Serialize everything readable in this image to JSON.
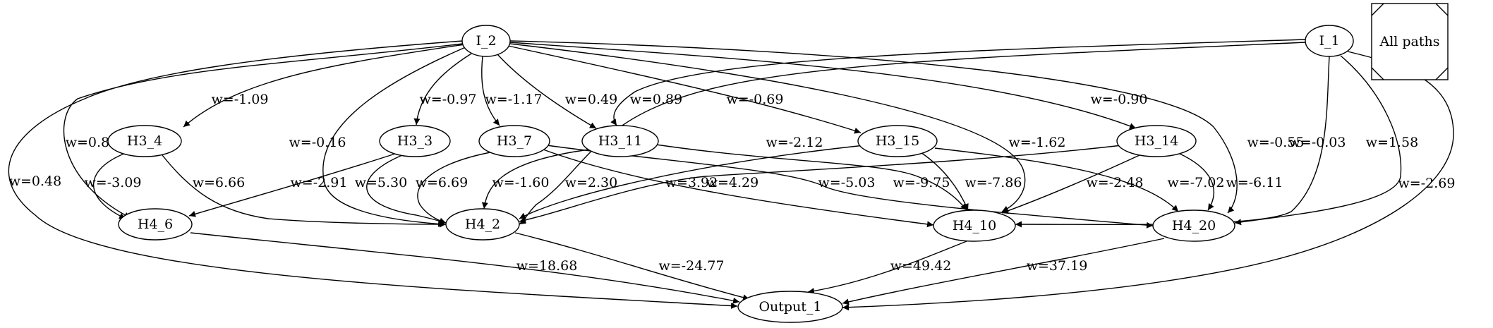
{
  "graph": {
    "legend_label": "All paths",
    "nodes": [
      {
        "id": "I_2",
        "label": "I_2"
      },
      {
        "id": "I_1",
        "label": "I_1"
      },
      {
        "id": "H3_4",
        "label": "H3_4"
      },
      {
        "id": "H3_3",
        "label": "H3_3"
      },
      {
        "id": "H3_7",
        "label": "H3_7"
      },
      {
        "id": "H3_11",
        "label": "H3_11"
      },
      {
        "id": "H3_15",
        "label": "H3_15"
      },
      {
        "id": "H3_14",
        "label": "H3_14"
      },
      {
        "id": "H4_6",
        "label": "H4_6"
      },
      {
        "id": "H4_2",
        "label": "H4_2"
      },
      {
        "id": "H4_10",
        "label": "H4_10"
      },
      {
        "id": "H4_20",
        "label": "H4_20"
      },
      {
        "id": "Output_1",
        "label": "Output_1"
      }
    ],
    "edges": [
      {
        "from": "I_2",
        "to": "H3_4",
        "label": "w=-1.09"
      },
      {
        "from": "I_2",
        "to": "H4_6",
        "label": "w=0.85"
      },
      {
        "from": "I_2",
        "to": "Output_1",
        "label": "w=0.48"
      },
      {
        "from": "I_2",
        "to": "H4_2",
        "label": "w=-0.16"
      },
      {
        "from": "I_2",
        "to": "H3_3",
        "label": "w=-0.97"
      },
      {
        "from": "I_2",
        "to": "H3_7",
        "label": "w=-1.17"
      },
      {
        "from": "I_2",
        "to": "H3_11",
        "label": "w=0.49"
      },
      {
        "from": "I_2",
        "to": "H3_15",
        "label": "w=-0.69"
      },
      {
        "from": "I_2",
        "to": "H3_14",
        "label": "w=-0.90"
      },
      {
        "from": "I_2",
        "to": "H4_10",
        "label": "w=-1.62"
      },
      {
        "from": "I_2",
        "to": "H4_20",
        "label": "w=-0.55"
      },
      {
        "from": "I_1",
        "to": "H3_11",
        "label": "w=0.89"
      },
      {
        "from": "I_1",
        "to": "H4_2",
        "label": "w=-2.12"
      },
      {
        "from": "I_1",
        "to": "H4_10",
        "label": "w=-0.03"
      },
      {
        "from": "I_1",
        "to": "H4_20",
        "label": "w=1.58"
      },
      {
        "from": "I_1",
        "to": "Output_1",
        "label": "w=-2.69"
      },
      {
        "from": "H3_4",
        "to": "H4_6",
        "label": "w=-3.09"
      },
      {
        "from": "H3_4",
        "to": "H4_2",
        "label": "w=6.66"
      },
      {
        "from": "H3_3",
        "to": "H4_6",
        "label": "w=-2.91"
      },
      {
        "from": "H3_3",
        "to": "H4_2",
        "label": "w=5.30"
      },
      {
        "from": "H3_7",
        "to": "H4_2",
        "label": "w=6.69"
      },
      {
        "from": "H3_7",
        "to": "H4_10",
        "label": "w=3.92"
      },
      {
        "from": "H3_7",
        "to": "H4_20",
        "label": "w=-5.03"
      },
      {
        "from": "H3_11",
        "to": "H4_2",
        "label": "w=-1.60"
      },
      {
        "from": "H3_11",
        "to": "H4_10",
        "label": "w=-9.75"
      },
      {
        "from": "H3_15",
        "to": "H4_2",
        "label": "w=2.30"
      },
      {
        "from": "H3_15",
        "to": "H4_10",
        "label": "w=-7.86"
      },
      {
        "from": "H3_15",
        "to": "H4_20",
        "label": "w=-7.02"
      },
      {
        "from": "H3_14",
        "to": "H4_2",
        "label": "w=4.29"
      },
      {
        "from": "H3_14",
        "to": "H4_10",
        "label": "w=-2.48"
      },
      {
        "from": "H3_14",
        "to": "H4_20",
        "label": "w=-6.11"
      },
      {
        "from": "H4_6",
        "to": "Output_1",
        "label": "w=18.68"
      },
      {
        "from": "H4_2",
        "to": "Output_1",
        "label": "w=-24.77"
      },
      {
        "from": "H4_10",
        "to": "Output_1",
        "label": "w=49.42"
      },
      {
        "from": "H4_20",
        "to": "Output_1",
        "label": "w=37.19"
      }
    ]
  }
}
